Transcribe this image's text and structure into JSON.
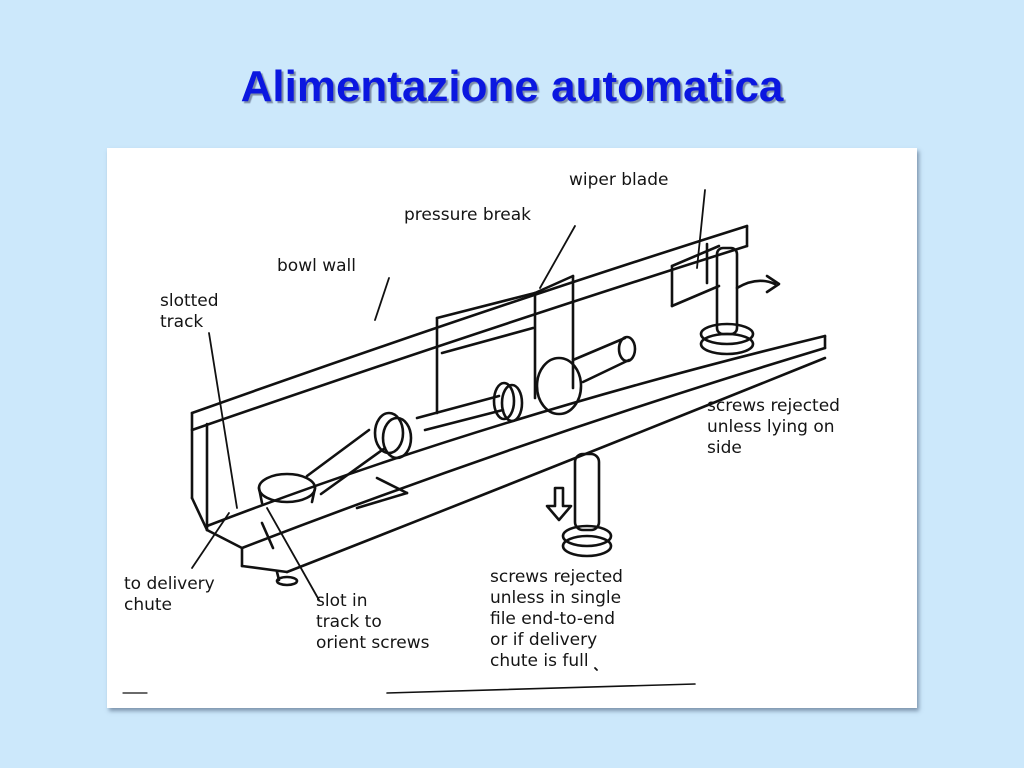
{
  "title": "Alimentazione automatica",
  "diagram": {
    "labels": {
      "wiper_blade": "wiper  blade",
      "pressure_break": "pressure break",
      "bowl_wall": "bowl wall",
      "slotted_track": [
        "slotted",
        "track"
      ],
      "screws_rejected_side": [
        "screws rejected",
        "unless lying on",
        "side"
      ],
      "to_delivery_chute": [
        "to delivery",
        "chute"
      ],
      "slot_in_track": [
        "slot in",
        "track to",
        "orient screws"
      ],
      "screws_rejected_single_file": [
        "screws rejected",
        "unless in single",
        "file end-to-end",
        "or if delivery",
        "chute is full"
      ]
    }
  }
}
